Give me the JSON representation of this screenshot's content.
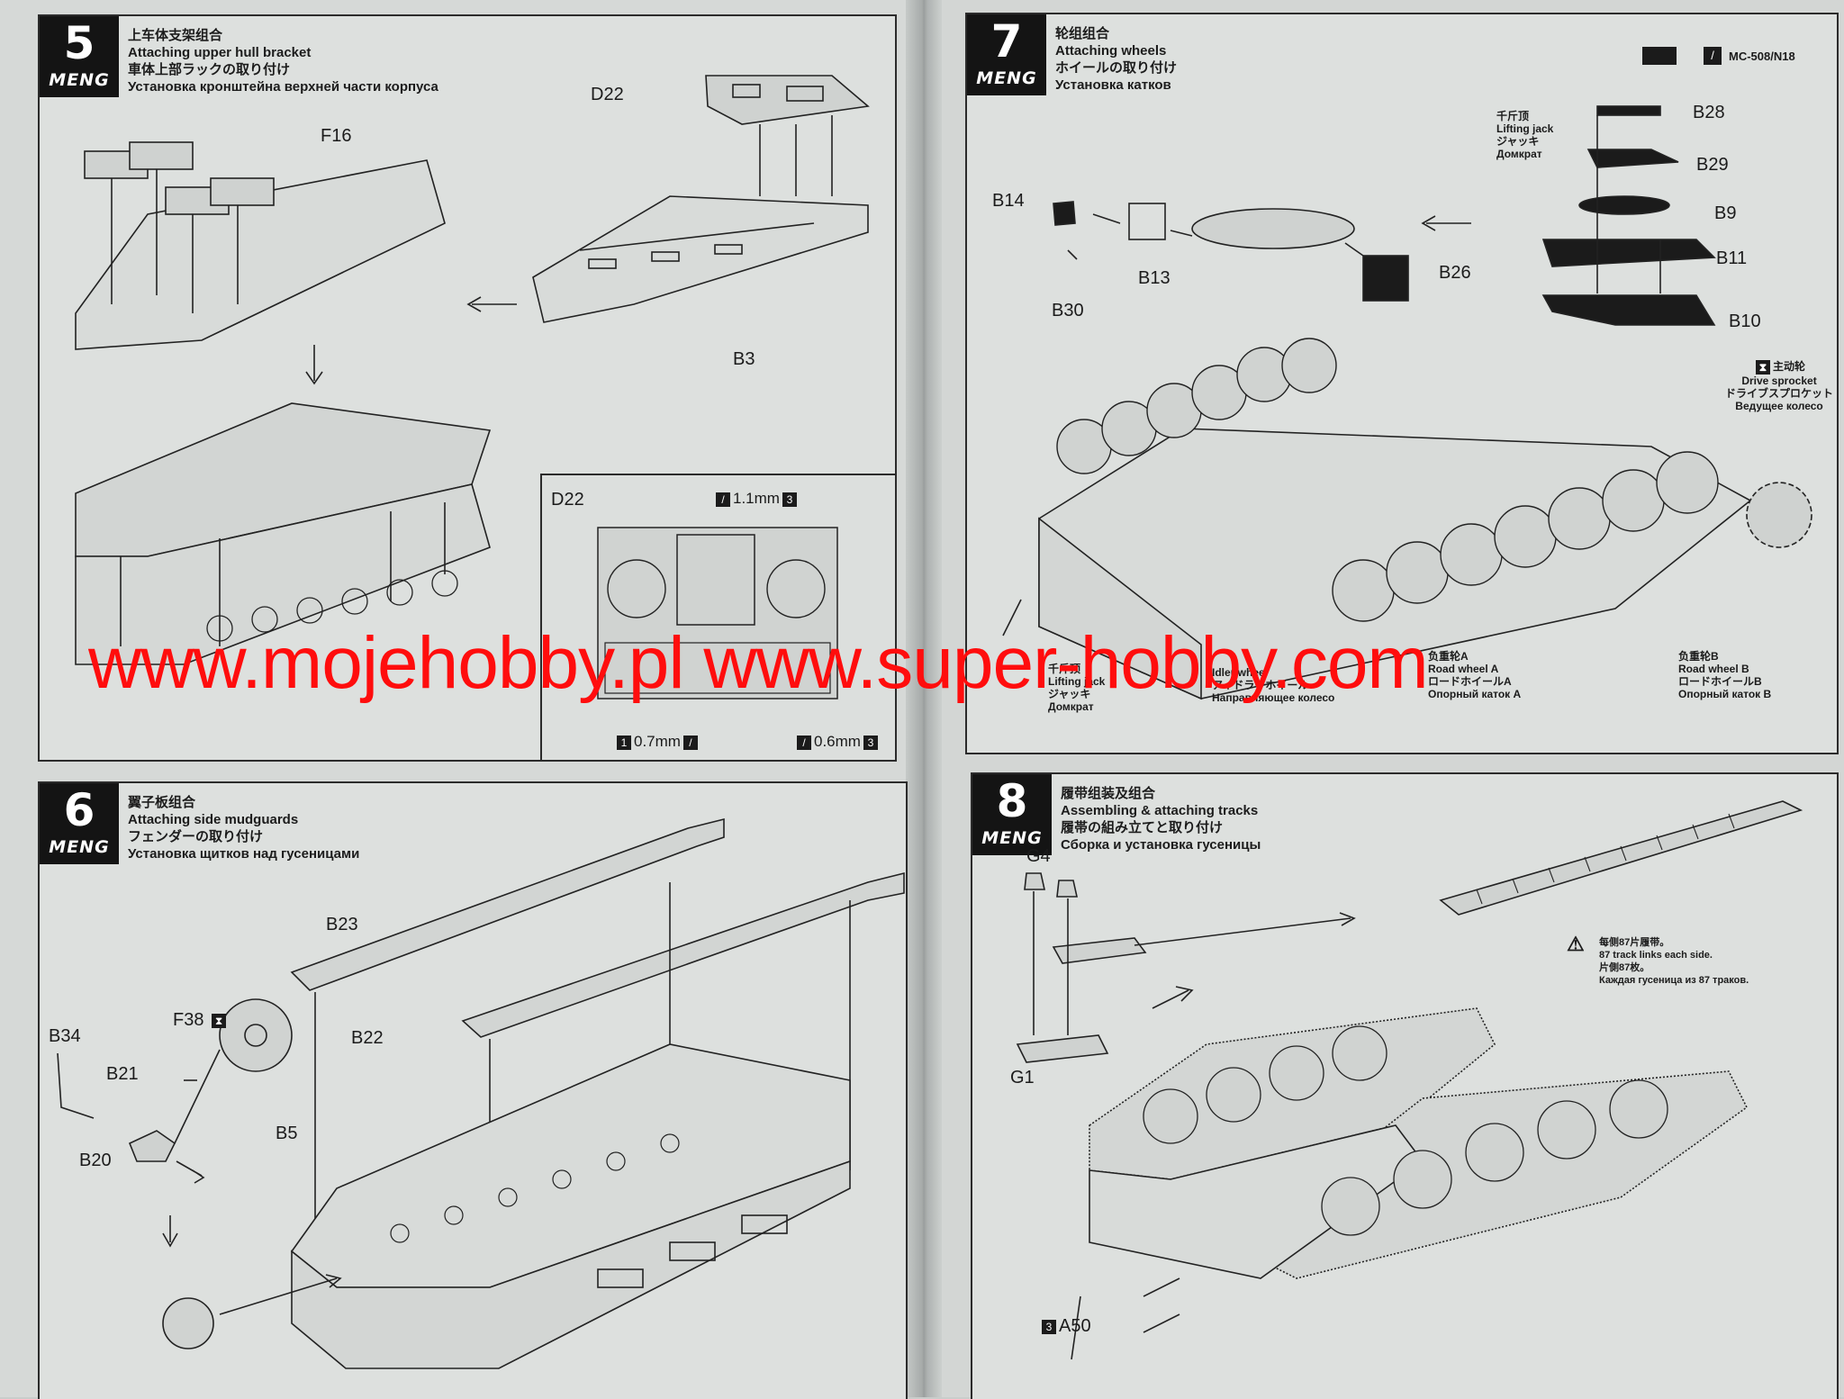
{
  "steps": {
    "s5": {
      "number": "5",
      "logo": "MENG",
      "title_cn": "上车体支架组合",
      "title_en": "Attaching upper hull bracket",
      "title_jp": "車体上部ラックの取り付け",
      "title_ru": "Установка кронштейна верхней части корпуса",
      "labels": {
        "d22": "D22",
        "f16": "F16",
        "b3": "B3"
      },
      "inset": {
        "title": "D22",
        "top_dim": "1.1mm",
        "top_badge": "3",
        "left_badge": "1",
        "left_dim": "0.7mm",
        "right_dim": "0.6mm",
        "right_badge": "3"
      }
    },
    "s6": {
      "number": "6",
      "logo": "MENG",
      "title_cn": "翼子板组合",
      "title_en": "Attaching side mudguards",
      "title_jp": "フェンダーの取り付け",
      "title_ru": "Установка щитков над гусеницами",
      "labels": {
        "b23": "B23",
        "b22": "B22",
        "b34": "B34",
        "f38": "F38",
        "b21": "B21",
        "b5": "B5",
        "b20": "B20"
      }
    },
    "s7": {
      "number": "7",
      "logo": "MENG",
      "title_cn": "轮组组合",
      "title_en": "Attaching wheels",
      "title_jp": "ホイールの取り付け",
      "title_ru": "Установка катков",
      "code": "MC-508/N18",
      "labels": {
        "b28": "B28",
        "b29": "B29",
        "b9": "B9",
        "b11": "B11",
        "b10": "B10",
        "b14": "B14",
        "b13": "B13",
        "b26": "B26",
        "b30": "B30"
      },
      "jack": {
        "cn": "千斤顶",
        "en": "Lifting jack",
        "jp": "ジャッキ",
        "ru": "Домкрат"
      },
      "sprocket": {
        "cn": "主动轮",
        "en": "Drive sprocket",
        "jp": "ドライブスプロケット",
        "ru": "Ведущее колесо"
      },
      "jack2": {
        "cn": "千斤顶",
        "en": "Lifting jack",
        "jp": "ジャッキ",
        "ru": "Домкрат"
      },
      "idler": {
        "en": "Idler wheel",
        "jp": "アイドラーホイール",
        "ru": "Направляющее колесо"
      },
      "roadA": {
        "cn": "负重轮A",
        "en": "Road wheel A",
        "jp": "ロードホイールA",
        "ru": "Опорный каток A"
      },
      "roadB": {
        "cn": "负重轮B",
        "en": "Road wheel B",
        "jp": "ロードホイールB",
        "ru": "Опорный каток B"
      }
    },
    "s8": {
      "number": "8",
      "logo": "MENG",
      "title_cn": "履带组装及组合",
      "title_en": "Assembling & attaching tracks",
      "title_jp": "履帯の組み立てと取り付け",
      "title_ru": "Сборка и установка гусеницы",
      "labels": {
        "g4": "G4",
        "g1": "G1",
        "a50": "A50",
        "a50_badge": "3"
      },
      "warning": {
        "cn": "每侧87片履带。",
        "en": "87 track links each side.",
        "jp": "片側87枚。",
        "ru": "Каждая гусеница из 87 траков."
      }
    }
  },
  "watermark": "www.mojehobby.pl www.super-hobby.com",
  "colors": {
    "watermark": "#ff0d0d",
    "ink": "#1b1b1b",
    "paper": "#dde0de"
  }
}
